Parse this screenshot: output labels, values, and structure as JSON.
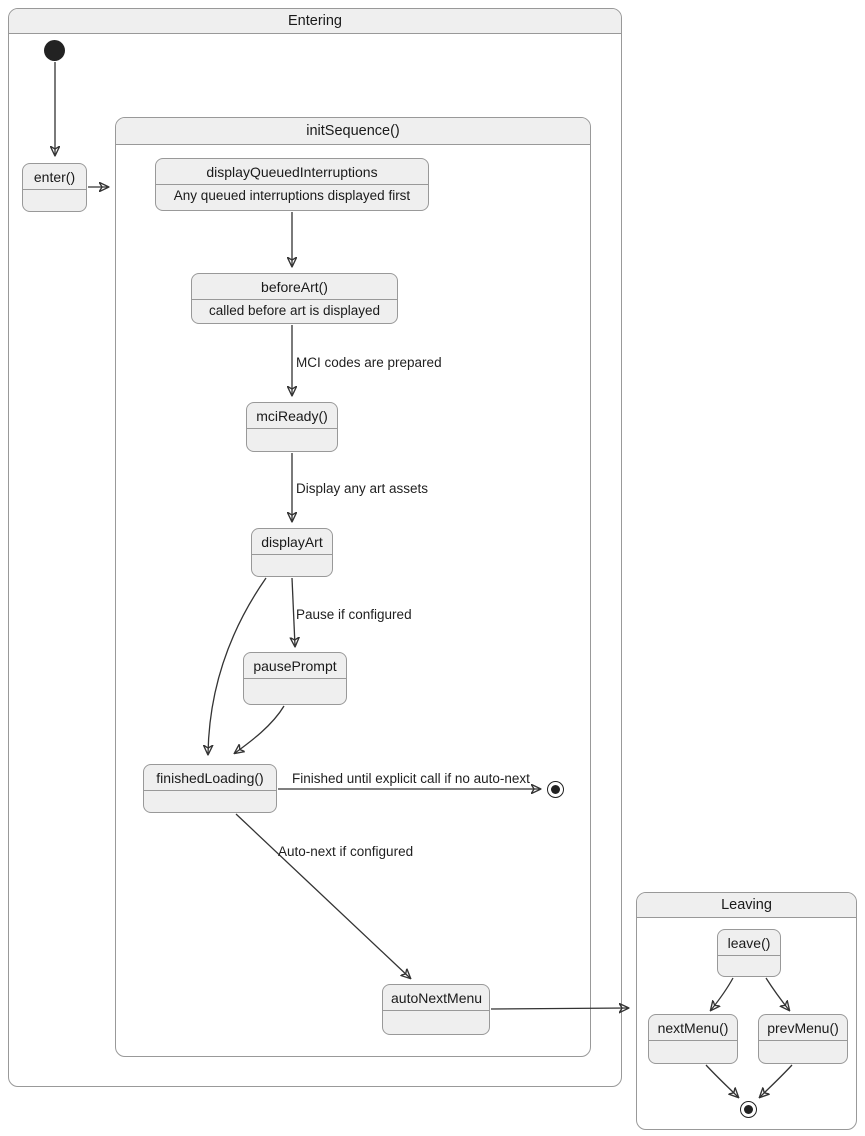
{
  "containers": {
    "entering": {
      "title": "Entering"
    },
    "init_sequence": {
      "title": "initSequence()"
    },
    "leaving": {
      "title": "Leaving"
    }
  },
  "states": {
    "enter": {
      "label": "enter()"
    },
    "display_queued_interruptions": {
      "label": "displayQueuedInterruptions",
      "note": "Any queued interruptions displayed first"
    },
    "before_art": {
      "label": "beforeArt()",
      "note": "called before art is displayed"
    },
    "mci_ready": {
      "label": "mciReady()"
    },
    "display_art": {
      "label": "displayArt"
    },
    "pause_prompt": {
      "label": "pausePrompt"
    },
    "finished_loading": {
      "label": "finishedLoading()"
    },
    "auto_next_menu": {
      "label": "autoNextMenu"
    },
    "leave": {
      "label": "leave()"
    },
    "next_menu": {
      "label": "nextMenu()"
    },
    "prev_menu": {
      "label": "prevMenu()"
    }
  },
  "transitions": [
    {
      "from": "start",
      "to": "enter()",
      "label": ""
    },
    {
      "from": "enter()",
      "to": "initSequence()",
      "label": ""
    },
    {
      "from": "displayQueuedInterruptions",
      "to": "beforeArt()",
      "label": ""
    },
    {
      "from": "beforeArt()",
      "to": "mciReady()",
      "label": "MCI codes are prepared"
    },
    {
      "from": "mciReady()",
      "to": "displayArt",
      "label": "Display any art assets"
    },
    {
      "from": "displayArt",
      "to": "pausePrompt",
      "label": "Pause if configured"
    },
    {
      "from": "displayArt",
      "to": "finishedLoading()",
      "label": ""
    },
    {
      "from": "pausePrompt",
      "to": "finishedLoading()",
      "label": ""
    },
    {
      "from": "finishedLoading()",
      "to": "final",
      "label": "Finished until explicit call if no auto-next"
    },
    {
      "from": "finishedLoading()",
      "to": "autoNextMenu",
      "label": "Auto-next if configured"
    },
    {
      "from": "autoNextMenu",
      "to": "Leaving",
      "label": ""
    },
    {
      "from": "leave()",
      "to": "nextMenu()",
      "label": ""
    },
    {
      "from": "leave()",
      "to": "prevMenu()",
      "label": ""
    },
    {
      "from": "nextMenu()",
      "to": "final",
      "label": ""
    },
    {
      "from": "prevMenu()",
      "to": "final",
      "label": ""
    }
  ],
  "colors": {
    "state_fill": "#efefef",
    "state_border": "#999999",
    "edge": "#333333",
    "text": "#1a1a1a",
    "background": "#ffffff"
  }
}
